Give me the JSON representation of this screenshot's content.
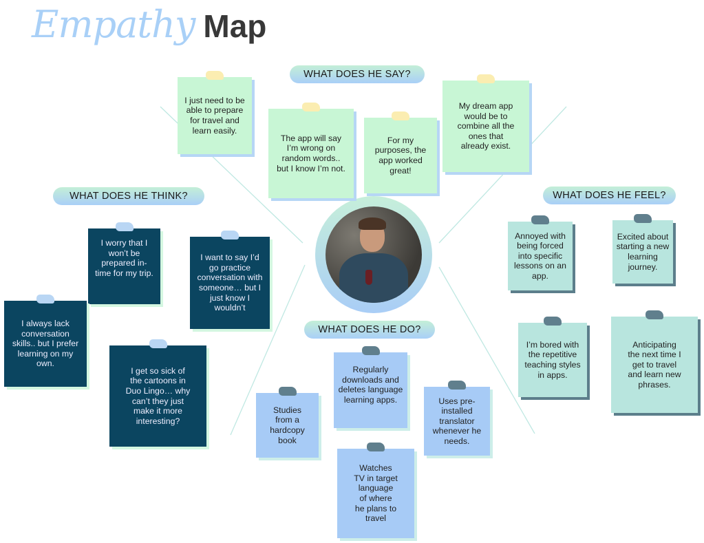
{
  "title": {
    "light": "Empathy",
    "bold": "Map"
  },
  "headers": {
    "say": "WHAT DOES HE SAY?",
    "think": "WHAT DOES HE THINK?",
    "feel": "WHAT DOES HE FEEL?",
    "do": "WHAT DOES HE DO?"
  },
  "say": [
    "I just need to be able to prepare for travel and learn easily.",
    "The app will say I’m wrong on random words.. but I know I’m not.",
    "For my purposes, the app worked great!",
    "My dream app would be to combine all the ones that already exist."
  ],
  "think": [
    "I worry that I won’t be prepared in-time for my trip.",
    "I want to say I’d go practice conversation with someone… but I just know I wouldn’t",
    "I always lack conversation skills.. but I prefer learning on my own.",
    "I get so sick of the cartoons in Duo Lingo… why can’t they just make it more interesting?"
  ],
  "feel": [
    "Annoyed with being forced into specific lessons on an app.",
    "Excited about starting a new learning journey.",
    "I’m bored with the repetitive teaching styles in apps.",
    "Anticipating the next time I get to travel and learn new phrases."
  ],
  "do": [
    "Regularly downloads and deletes language learning apps.",
    "Studies from a hardcopy book",
    "Uses pre-installed translator whenever he needs.",
    "Watches TV in target language of where he plans to travel"
  ],
  "colors": {
    "say": "#c8f6d5",
    "think": "#0b4560",
    "feel": "#b8e5de",
    "do": "#a7cbf6",
    "accent": "#a9d0f7"
  }
}
